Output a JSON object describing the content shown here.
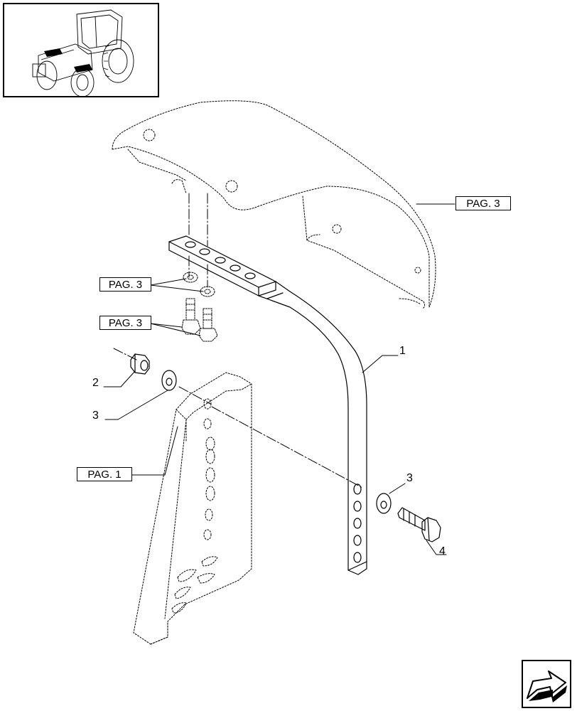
{
  "references": {
    "fender_top": "PAG. 3",
    "washers_top": "PAG. 3",
    "bolts_top": "PAG. 3",
    "side_panel": "PAG. 1"
  },
  "callouts": {
    "bracket": "1",
    "nut": "2",
    "washer_left": "3",
    "washer_right": "3",
    "bolt": "4"
  },
  "icons": {
    "thumbnail": "tractor-thumbnail-icon",
    "navigation": "next-page-arrow-icon"
  },
  "colors": {
    "line": "#000000",
    "background": "#ffffff",
    "highlight": "#000000"
  }
}
